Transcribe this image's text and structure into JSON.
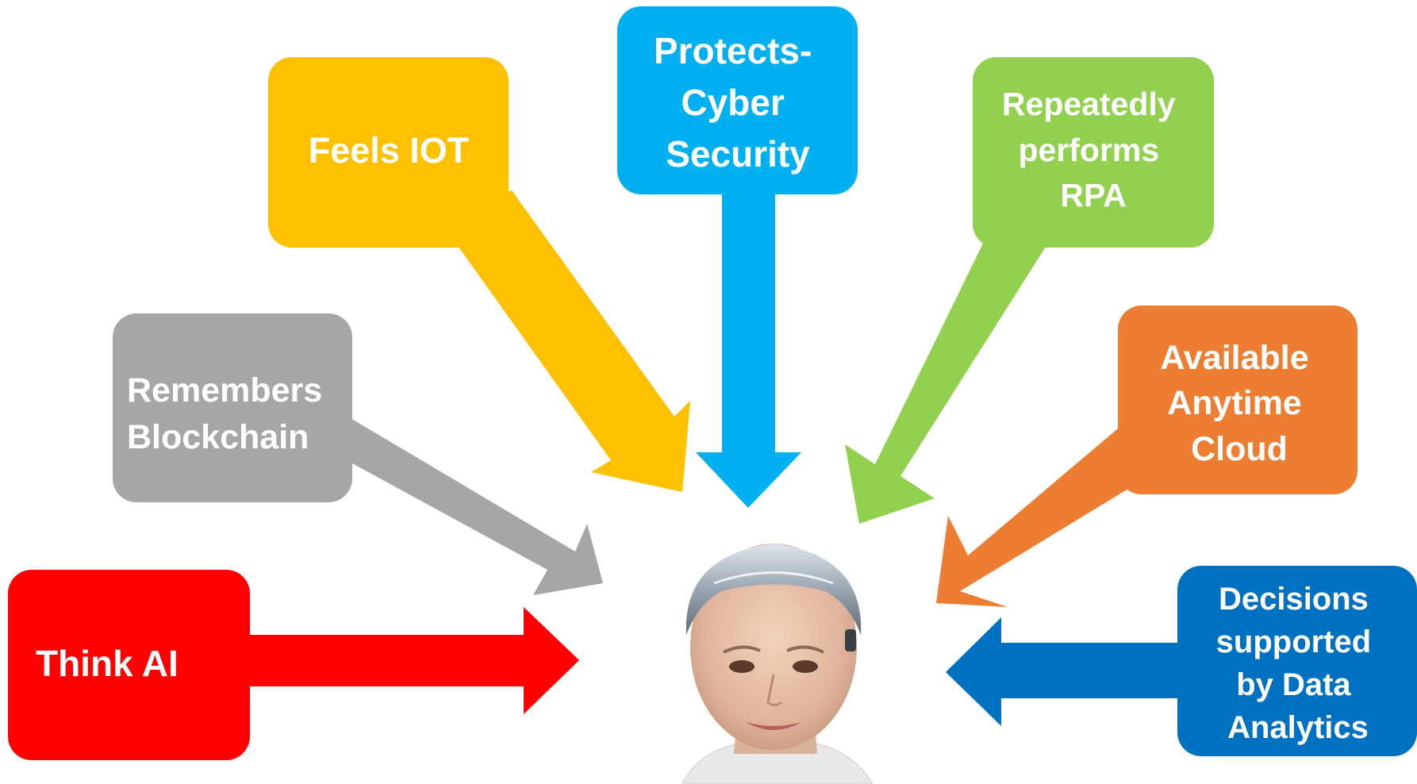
{
  "diagram": {
    "center": {
      "name": "Humanoid robot"
    },
    "nodes": [
      {
        "id": "think-ai",
        "lines": [
          "Think AI"
        ],
        "color": "#ff0000",
        "align": "start"
      },
      {
        "id": "remembers-blockchain",
        "lines": [
          "Remembers",
          "Blockchain"
        ],
        "color": "#a6a6a6",
        "align": "start"
      },
      {
        "id": "feels-iot",
        "lines": [
          "Feels IOT"
        ],
        "color": "#ffc000",
        "align": "middle"
      },
      {
        "id": "protects-cyber-security",
        "lines": [
          "Protects-",
          "Cyber",
          "Security"
        ],
        "color": "#00b0f0",
        "align": "middle"
      },
      {
        "id": "repeatedly-performs-rpa",
        "lines": [
          "Repeatedly",
          "performs",
          "RPA"
        ],
        "color": "#92d050",
        "align": "middle"
      },
      {
        "id": "available-anytime-cloud",
        "lines": [
          "Available",
          "Anytime",
          "Cloud"
        ],
        "color": "#ed7d31",
        "align": "middle"
      },
      {
        "id": "decisions-supported-by-data-analytics",
        "lines": [
          "Decisions",
          "supported",
          "by Data",
          "Analytics"
        ],
        "color": "#0070c0",
        "align": "middle"
      }
    ]
  }
}
